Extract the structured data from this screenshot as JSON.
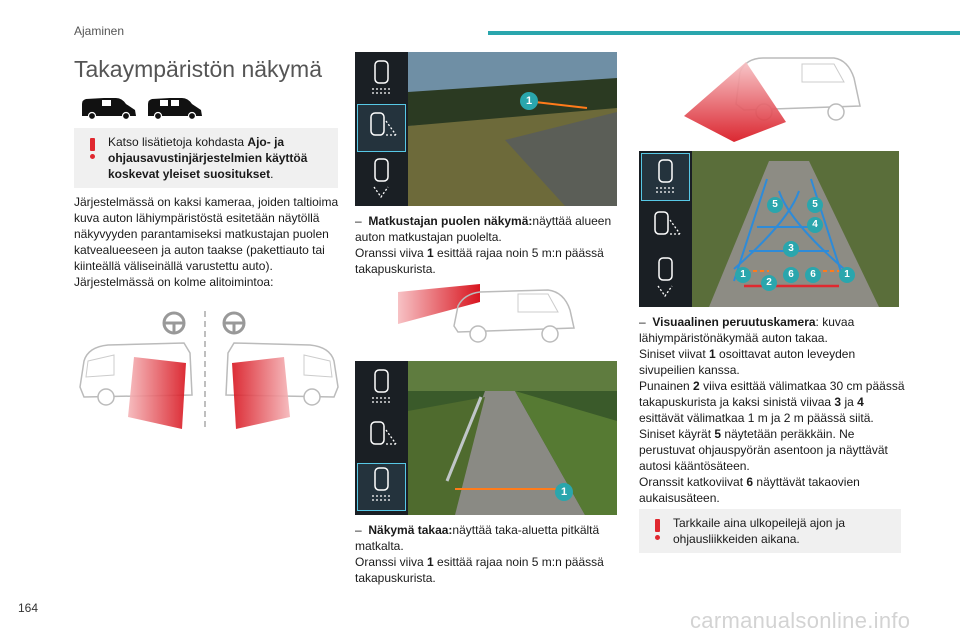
{
  "header": {
    "section": "Ajaminen",
    "page_number": "164",
    "accent_color": "#2aa6ad"
  },
  "title": "Takaympäristön näkymä",
  "note1": {
    "icon": "exclamation-icon",
    "pre": "Katso lisätietoja kohdasta ",
    "bold": "Ajo- ja ohjausavustinjärjestelmien käyttöä koskevat yleiset suositukset",
    "post": "."
  },
  "intro": {
    "p1": "Järjestelmässä on kaksi kameraa, joiden taltioima kuva auton lähiympäristöstä esitetään näytöllä näkyvyyden parantamiseksi matkustajan puolen katvealueeseen ja auton taakse (pakettiauto tai kiinteällä väliseinällä varustettu auto).",
    "p2": "Järjestelmässä on kolme alitoimintoa:"
  },
  "modes": {
    "passenger": {
      "label": "Matkustajan puolen näkymä:",
      "text1": "näyttää alueen auton matkustajan puolelta.",
      "text2_pre": "Oranssi viiva ",
      "text2_bold": "1",
      "text2_post": " esittää rajaa noin 5 m:n päässä takapuskurista."
    },
    "rear": {
      "label": "Näkymä takaa:",
      "text1": "näyttää taka-aluetta pitkältä matkalta.",
      "text2_pre": "Oranssi viiva ",
      "text2_bold": "1",
      "text2_post": " esittää rajaa noin 5 m:n päässä takapuskurista."
    },
    "reversing": {
      "label": "Visuaalinen peruutuskamera",
      "l1": ": kuvaa lähiympäristönäkymää auton takaa.",
      "l2_pre": "Siniset viivat ",
      "l2_bold": "1",
      "l2_post": " osoittavat auton leveyden sivupeilien kanssa.",
      "l3_pre": "Punainen ",
      "l3_bold": "2",
      "l3_mid": " viiva esittää välimatkaa 30 cm päässä takapuskurista ja kaksi sinistä viivaa ",
      "l3_bold2": "3",
      "l3_mid2": " ja ",
      "l3_bold3": "4",
      "l3_post": " esittävät välimatkaa 1 m ja 2 m päässä siitä.",
      "l4_pre": "Siniset käyrät ",
      "l4_bold": "5",
      "l4_post": " näytetään peräkkäin. Ne perustuvat ohjauspyörän asentoon ja näyttävät autosi kääntösäteen.",
      "l5_pre": "Oranssit katkoviivat ",
      "l5_bold": "6",
      "l5_post": " näyttävät takaovien aukaisusäteen."
    }
  },
  "dash": "–",
  "note2": {
    "icon": "exclamation-icon",
    "text": "Tarkkaile aina ulkopeilejä ajon ja ohjausliikkeiden aikana."
  },
  "callouts": {
    "one": "1",
    "two": "2",
    "three": "3",
    "four": "4",
    "five": "5",
    "six": "6"
  },
  "watermark": "carmanualsonline.info"
}
